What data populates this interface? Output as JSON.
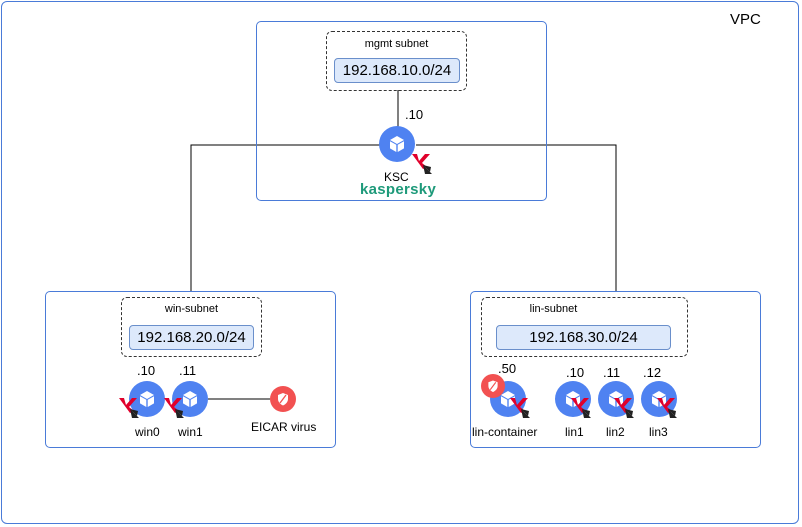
{
  "vpc": {
    "label": "VPC"
  },
  "mgmt": {
    "subnet_label": "mgmt subnet",
    "cidr": "192.168.10.0/24",
    "ksc": {
      "ip": ".10",
      "name": "KSC"
    },
    "logo_text": "kaspersky"
  },
  "win": {
    "subnet_label": "win-subnet",
    "cidr": "192.168.20.0/24",
    "nodes": [
      {
        "ip": ".10",
        "name": "win0"
      },
      {
        "ip": ".11",
        "name": "win1"
      }
    ],
    "virus": {
      "name": "EICAR virus"
    }
  },
  "lin": {
    "subnet_label": "lin-subnet",
    "cidr": "192.168.30.0/24",
    "container": {
      "ip": ".50",
      "name": "lin-container"
    },
    "nodes": [
      {
        "ip": ".10",
        "name": "lin1"
      },
      {
        "ip": ".11",
        "name": "lin2"
      },
      {
        "ip": ".12",
        "name": "lin3"
      }
    ]
  },
  "colors": {
    "group_border": "#4a7bd8",
    "node_fill": "#4f82f1",
    "cidr_fill": "#dde9fb",
    "virus_fill": "#f25151",
    "kaspersky_red": "#e0002b",
    "kaspersky_green": "#1e9a7a"
  }
}
